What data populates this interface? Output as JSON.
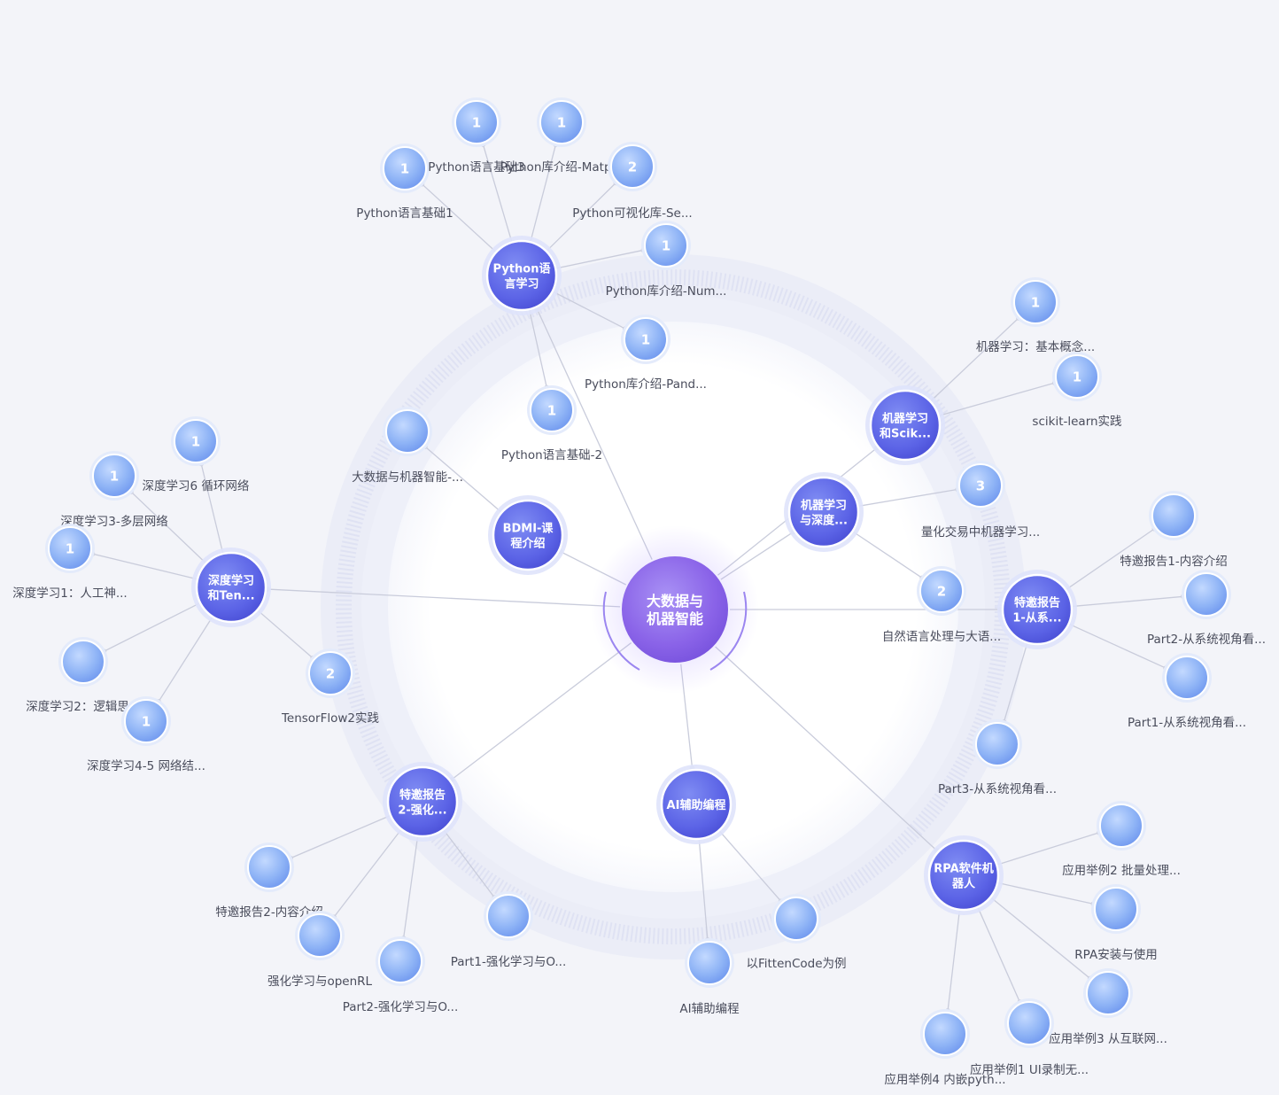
{
  "colors": {
    "background": "#f3f4f9",
    "hub": "#5b63e6",
    "leaf": "#8fb4f6",
    "center": "#8a63e8",
    "edge": "#c9ccdb",
    "label": "#4a4d5c"
  },
  "center": {
    "id": "center",
    "lines": [
      "大数据与",
      "机器智能"
    ]
  },
  "hubs": [
    {
      "id": "python",
      "lines": [
        "Python语",
        "言学习"
      ],
      "children": [
        {
          "label": "Python语言基础1",
          "badge": "1"
        },
        {
          "label": "Python语言基础3",
          "badge": "1"
        },
        {
          "label": "Python库介绍-Matp...",
          "badge": "1"
        },
        {
          "label": "Python可视化库-Se...",
          "badge": "2"
        },
        {
          "label": "Python库介绍-Num...",
          "badge": "1"
        },
        {
          "label": "Python库介绍-Pand...",
          "badge": "1"
        },
        {
          "label": "Python语言基础-2",
          "badge": "1"
        }
      ]
    },
    {
      "id": "bdmi",
      "lines": [
        "BDMI-课",
        "程介绍"
      ],
      "children": [
        {
          "label": "大数据与机器智能-...",
          "badge": ""
        }
      ]
    },
    {
      "id": "deep",
      "lines": [
        "深度学习",
        "和Ten..."
      ],
      "children": [
        {
          "label": "深度学习6 循环网络",
          "badge": "1"
        },
        {
          "label": "深度学习3-多层网络",
          "badge": "1"
        },
        {
          "label": "深度学习1：人工神...",
          "badge": "1"
        },
        {
          "label": "深度学习2：逻辑思...",
          "badge": ""
        },
        {
          "label": "深度学习4-5 网络结...",
          "badge": "1"
        },
        {
          "label": "TensorFlow2实践",
          "badge": "2"
        }
      ]
    },
    {
      "id": "mldl",
      "lines": [
        "机器学习",
        "与深度..."
      ],
      "children": [
        {
          "label": "量化交易中机器学习...",
          "badge": "3"
        },
        {
          "label": "自然语言处理与大语...",
          "badge": "2"
        }
      ]
    },
    {
      "id": "sklearn",
      "lines": [
        "机器学习",
        "和Scik..."
      ],
      "children": [
        {
          "label": "机器学习：基本概念...",
          "badge": "1"
        },
        {
          "label": "scikit-learn实践",
          "badge": "1"
        }
      ]
    },
    {
      "id": "report1",
      "lines": [
        "特邀报告",
        "1-从系..."
      ],
      "children": [
        {
          "label": "特邀报告1-内容介绍",
          "badge": ""
        },
        {
          "label": "Part2-从系统视角看...",
          "badge": ""
        },
        {
          "label": "Part1-从系统视角看...",
          "badge": ""
        },
        {
          "label": "Part3-从系统视角看...",
          "badge": ""
        }
      ]
    },
    {
      "id": "report2",
      "lines": [
        "特邀报告",
        "2-强化..."
      ],
      "children": [
        {
          "label": "特邀报告2-内容介绍",
          "badge": ""
        },
        {
          "label": "强化学习与openRL",
          "badge": ""
        },
        {
          "label": "Part2-强化学习与O...",
          "badge": ""
        },
        {
          "label": "Part1-强化学习与O...",
          "badge": ""
        }
      ]
    },
    {
      "id": "aicode",
      "lines": [
        "AI辅助编程"
      ],
      "children": [
        {
          "label": "AI辅助编程",
          "badge": ""
        },
        {
          "label": "以FittenCode为例",
          "badge": ""
        }
      ]
    },
    {
      "id": "rpa",
      "lines": [
        "RPA软件机",
        "器人"
      ],
      "children": [
        {
          "label": "应用举例2 批量处理...",
          "badge": ""
        },
        {
          "label": "RPA安装与使用",
          "badge": ""
        },
        {
          "label": "应用举例3 从互联网...",
          "badge": ""
        },
        {
          "label": "应用举例1 UI录制无...",
          "badge": ""
        },
        {
          "label": "应用举例4 内嵌pyth...",
          "badge": ""
        }
      ]
    }
  ]
}
